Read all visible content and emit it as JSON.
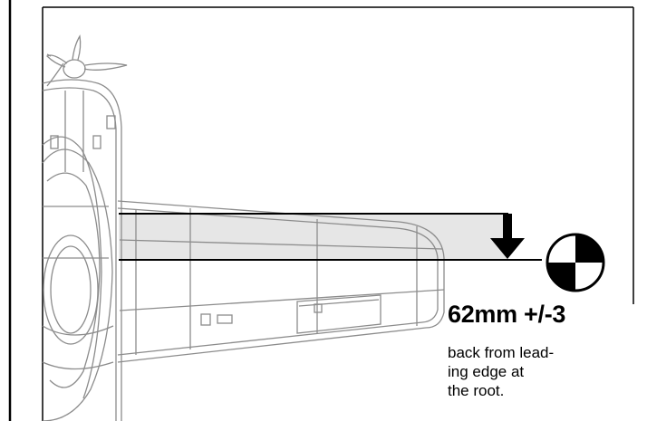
{
  "callout": {
    "value": "62mm +/-3",
    "note_lines": [
      "back from lead-",
      "ing edge at",
      "the root."
    ]
  },
  "colors": {
    "line": "#000000",
    "outline": "#8c8c8c",
    "wing_fill": "#e6e6e6",
    "background": "#ffffff"
  },
  "icons": {
    "cg_marker": "center-of-gravity-symbol",
    "arrow": "down-arrow-icon"
  }
}
